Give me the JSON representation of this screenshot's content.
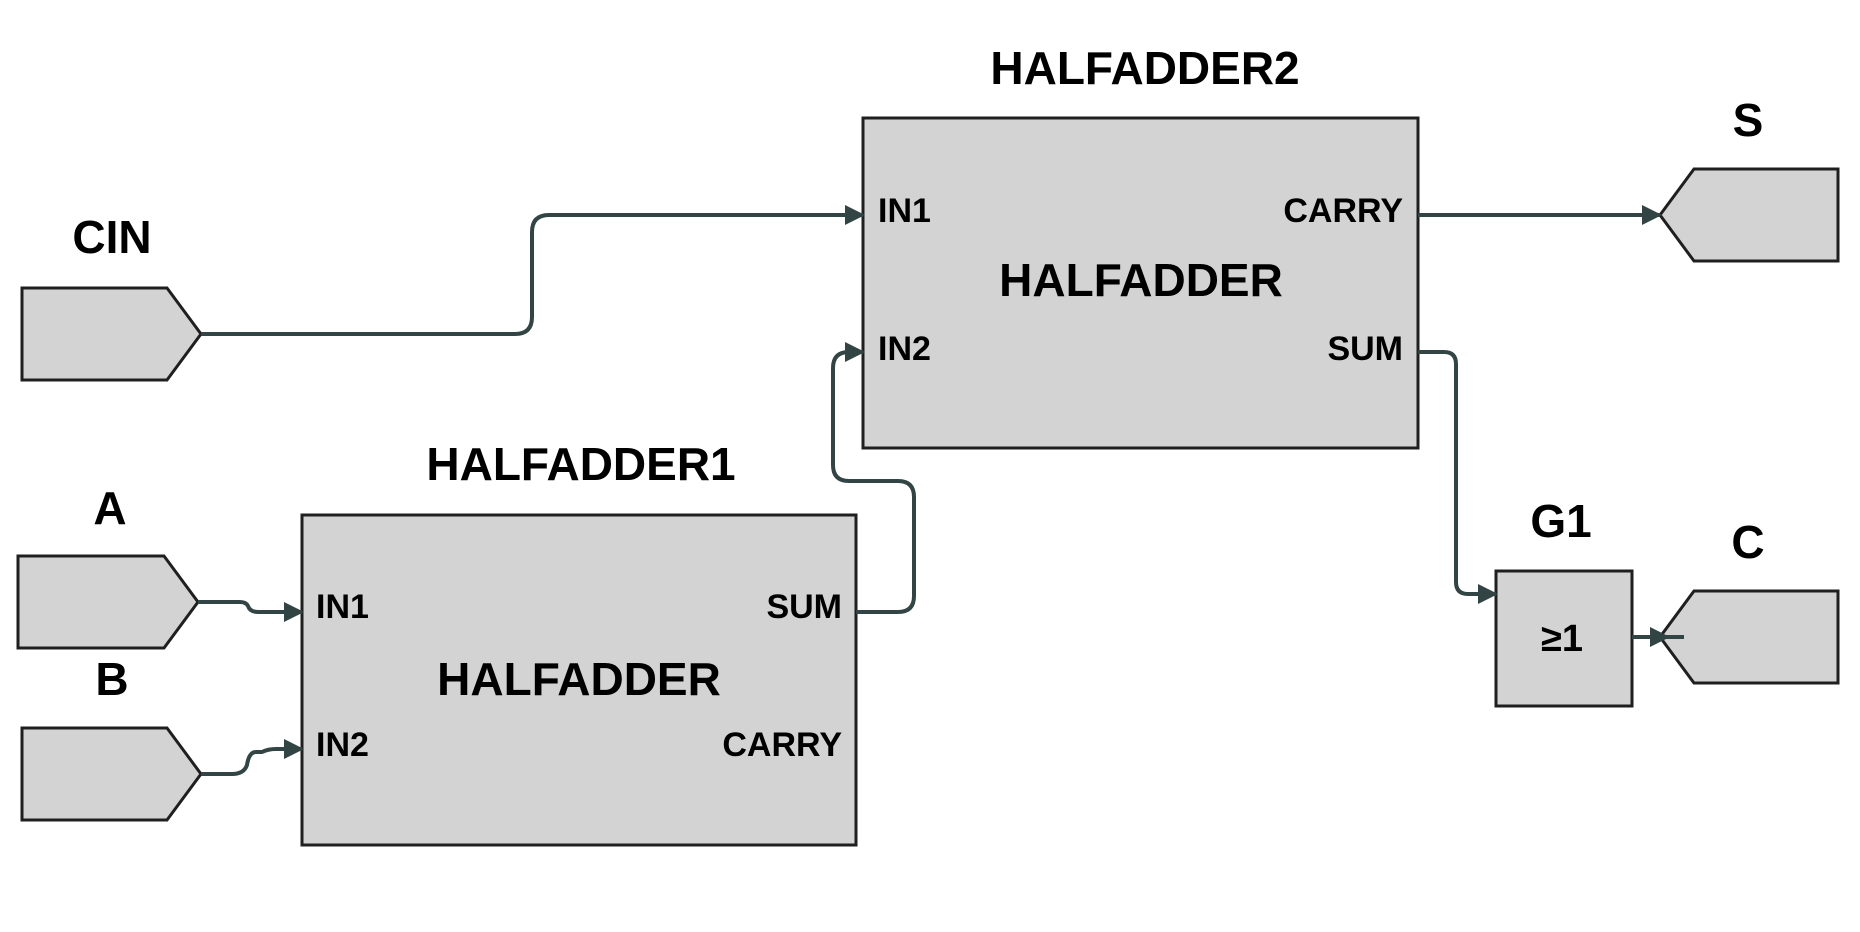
{
  "diagram": {
    "inputs": {
      "cin": "CIN",
      "a": "A",
      "b": "B"
    },
    "outputs": {
      "s": "S",
      "c": "C"
    },
    "halfadder1": {
      "instance": "HALFADDER1",
      "type": "HALFADDER",
      "pins": {
        "in1": "IN1",
        "in2": "IN2",
        "sum": "SUM",
        "carry": "CARRY"
      }
    },
    "halfadder2": {
      "instance": "HALFADDER2",
      "type": "HALFADDER",
      "pins": {
        "in1": "IN1",
        "in2": "IN2",
        "carry": "CARRY",
        "sum": "SUM"
      }
    },
    "gate": {
      "instance": "G1",
      "symbol": "≥1"
    }
  }
}
